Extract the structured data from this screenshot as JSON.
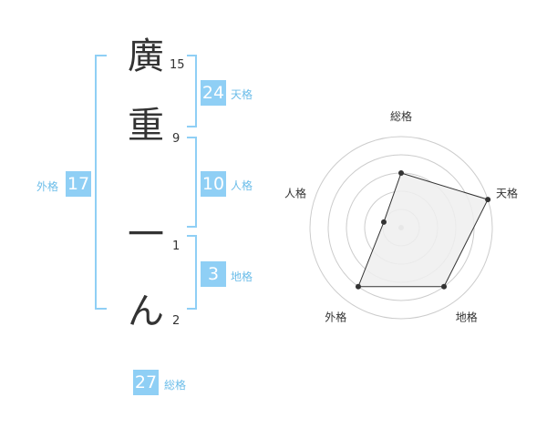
{
  "name_chars": [
    {
      "char": "廣",
      "strokes": "15"
    },
    {
      "char": "重",
      "strokes": "9"
    },
    {
      "char": "一",
      "strokes": "1"
    },
    {
      "char": "ん",
      "strokes": "2"
    }
  ],
  "fortunes": {
    "tenkaku": {
      "value": "24",
      "label": "天格"
    },
    "jinkaku": {
      "value": "10",
      "label": "人格"
    },
    "chikaku": {
      "value": "3",
      "label": "地格"
    },
    "gaikaku": {
      "value": "17",
      "label": "外格"
    },
    "soukaku": {
      "value": "27",
      "label": "総格"
    }
  },
  "chart_data": {
    "type": "radar",
    "axes": [
      "総格",
      "天格",
      "地格",
      "外格",
      "人格"
    ],
    "values": [
      3,
      5,
      4,
      4,
      1
    ],
    "max": 5,
    "colors": {
      "fill": "#eeeeee",
      "line": "#333333",
      "grid": "#cccccc"
    }
  }
}
